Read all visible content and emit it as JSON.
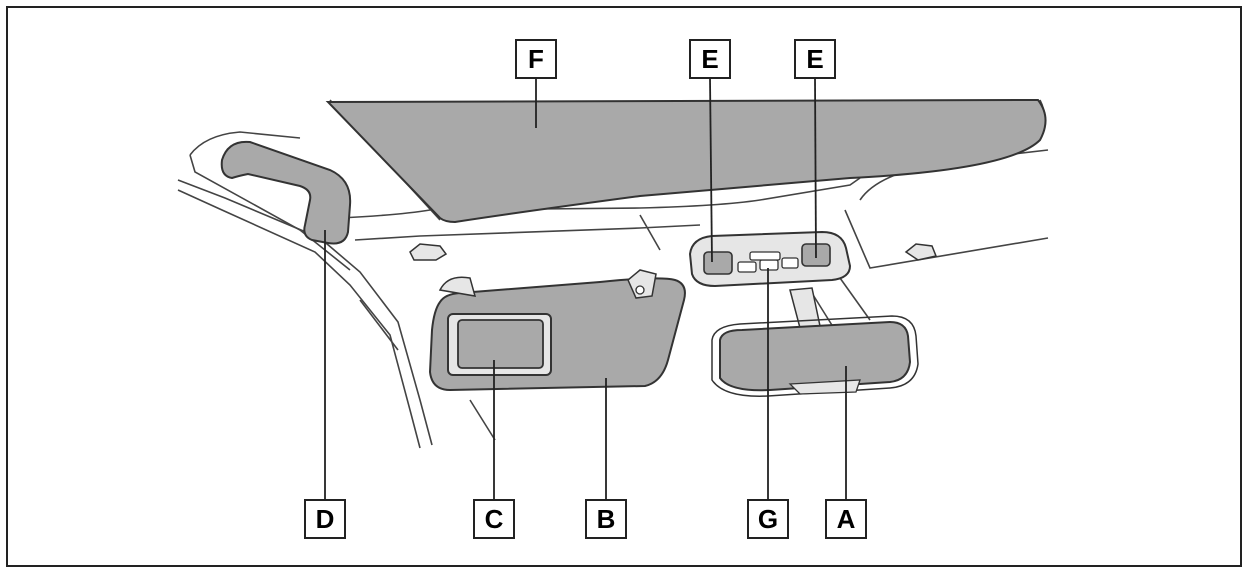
{
  "figure": {
    "colors": {
      "frame": "#222222",
      "stroke": "#333333",
      "fill_gray": "#a9a9a9",
      "fill_light": "#e6e6e6",
      "background": "#ffffff"
    }
  },
  "callouts": {
    "F": "F",
    "E_left": "E",
    "E_right": "E",
    "D": "D",
    "C": "C",
    "B": "B",
    "G": "G",
    "A": "A"
  }
}
